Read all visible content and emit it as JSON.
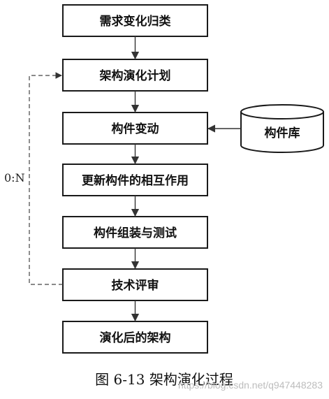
{
  "diagram": {
    "nodes": [
      {
        "id": "classify",
        "label": "需求变化归类"
      },
      {
        "id": "plan",
        "label": "架构演化计划"
      },
      {
        "id": "change",
        "label": "构件变动"
      },
      {
        "id": "update",
        "label": "更新构件的相互作用"
      },
      {
        "id": "assemble",
        "label": "构件组装与测试"
      },
      {
        "id": "review",
        "label": "技术评审"
      },
      {
        "id": "result",
        "label": "演化后的架构"
      }
    ],
    "repository": {
      "id": "library",
      "label": "构件库"
    },
    "loop_label": "0:N",
    "caption": "图 6-13    架构演化过程",
    "watermark": "https://blog.csdn.net/q947448283"
  },
  "colors": {
    "stroke": "#1a1a1a",
    "text": "#111111",
    "watermark": "#bdbdbd"
  }
}
